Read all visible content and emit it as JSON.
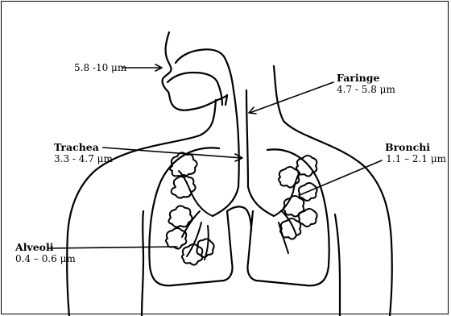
{
  "labels": {
    "nose": {
      "size": "5.8 -10 μm"
    },
    "faringe": {
      "name": "Faringe",
      "size": "4.7 - 5.8 μm"
    },
    "trachea": {
      "name": "Trachea",
      "size": "3.3 - 4.7 μm"
    },
    "bronchi": {
      "name": "Bronchi",
      "size": "1.1 – 2.1 μm"
    },
    "alveoli": {
      "name": "Alveoli",
      "size": "0.4 – 0.6 μm"
    }
  }
}
